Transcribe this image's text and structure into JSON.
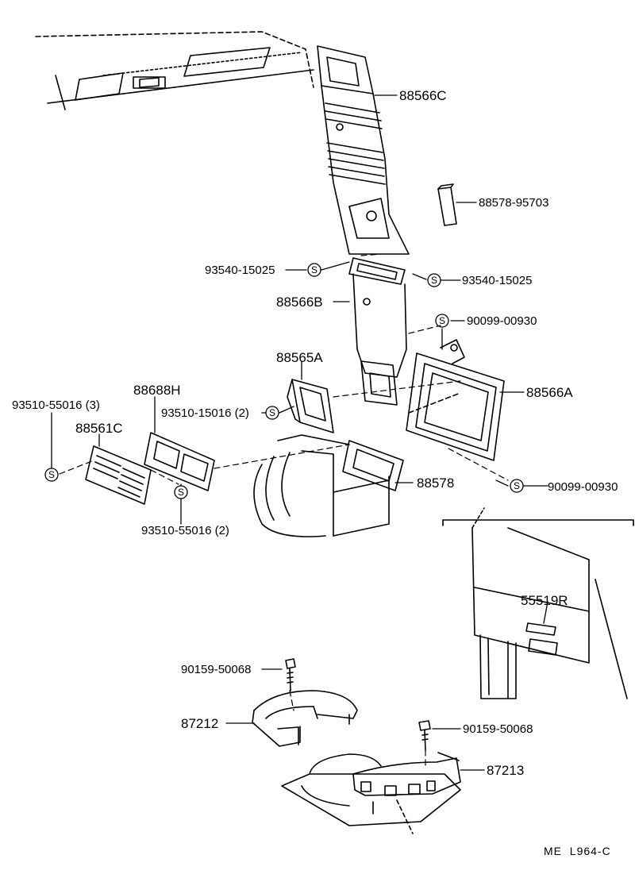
{
  "parts": {
    "duct_upper": "88566C",
    "duct_middle": "88566B",
    "duct_frame": "88566A",
    "gasket_upper": "88565A",
    "filter_pad": "88578",
    "clip_right": "88578-95703",
    "gasket_register": "88688H",
    "register": "88561C",
    "console_part": "55519R",
    "bracket_left": "87212",
    "bracket_right": "87213"
  },
  "fasteners": {
    "symbol_letter": "S",
    "screw_top_left": "93540-15025",
    "screw_top_right": "93540-15025",
    "screw_frame_top": "90099-00930",
    "screw_frame_bottom": "90099-00930",
    "screw_gasket_center": "93510-15016 (2)",
    "screw_register_left": "93510-55016 (3)",
    "screw_register_bottom": "93510-55016 (2)",
    "bolt_left": "90159-50068",
    "bolt_right": "90159-50068"
  },
  "footer": {
    "drawing_code": "ME  L964-C"
  }
}
